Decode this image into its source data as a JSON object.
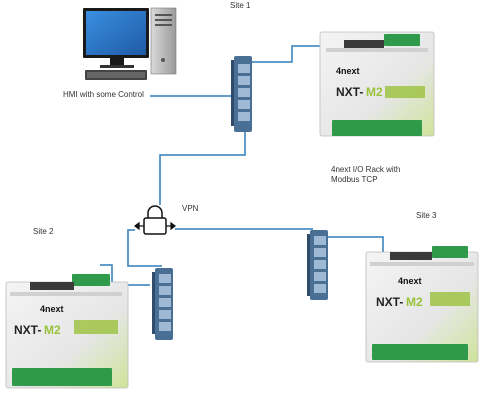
{
  "labels": {
    "site1": "Site 1",
    "site2": "Site 2",
    "site3": "Site 3",
    "vpn": "VPN",
    "hmi": "HMI with some Control",
    "rack_line1": "4next I/O Rack with",
    "rack_line2": "Modbus TCP"
  },
  "device": {
    "brand": "4next",
    "model_prefix": "NXT-",
    "model_suffix": "M2"
  },
  "icons": {
    "pc": "desktop-computer-icon",
    "lock": "padlock-icon",
    "switch": "network-switch-icon",
    "arrow": "bidirectional-arrow-icon"
  },
  "colors": {
    "link": "#2f7dbb",
    "switch_body": "#4a6f94",
    "module_accent": "#9ac23c",
    "terminal": "#2f9a4a",
    "monitor_screen": "#2b78c8"
  }
}
